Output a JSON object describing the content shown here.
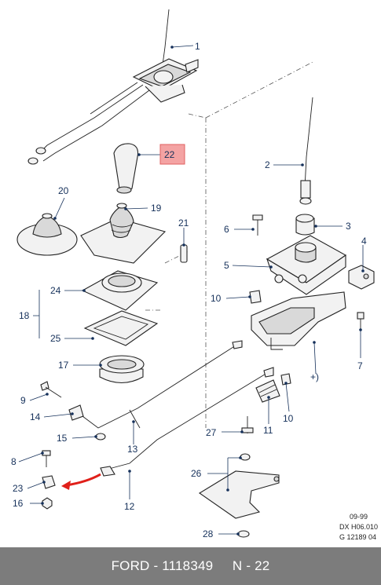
{
  "callouts": {
    "c1": "1",
    "c2": "2",
    "c3": "3",
    "c4": "4",
    "c5": "5",
    "c6": "6",
    "c7": "7",
    "c8": "8",
    "c9": "9",
    "c10a": "10",
    "c10b": "10",
    "c11": "11",
    "c12": "12",
    "c13": "13",
    "c14": "14",
    "c15": "15",
    "c16": "16",
    "c17": "17",
    "c18": "18",
    "c19": "19",
    "c20": "20",
    "c21": "21",
    "c22": "22",
    "c23": "23",
    "c24": "24",
    "c25": "25",
    "c26": "26",
    "c27": "27",
    "c28": "28",
    "plus": "+)"
  },
  "highlight": {
    "color": "#f4a3a3",
    "border": "#e06060"
  },
  "arrow_color": "#e0201a",
  "info": {
    "line1": "09-99",
    "line2": "DX H06.010",
    "line3": "G 12189 04"
  },
  "footer": {
    "text": "FORD - 1118349     N - 22"
  }
}
